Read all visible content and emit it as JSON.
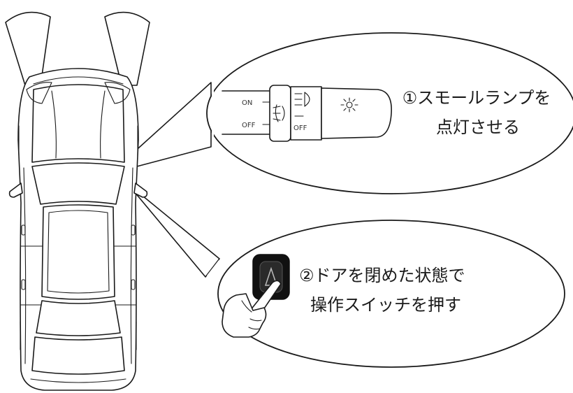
{
  "callout1": {
    "step_line1": "①スモールランプを",
    "step_line2": "点灯させる",
    "switch_on_label": "ON",
    "switch_off_label": "OFF",
    "headlamp_off_label": "OFF"
  },
  "callout2": {
    "step_line1": "②ドアを閉めた状態で",
    "step_line2": "操作スイッチを押す"
  },
  "icons": {
    "fog": "fog-lamp-icon",
    "headlamp": "headlamp-icon",
    "small_lamp": "small-lamp-icon",
    "hand": "pointing-hand-icon",
    "button": "operation-switch-icon"
  }
}
